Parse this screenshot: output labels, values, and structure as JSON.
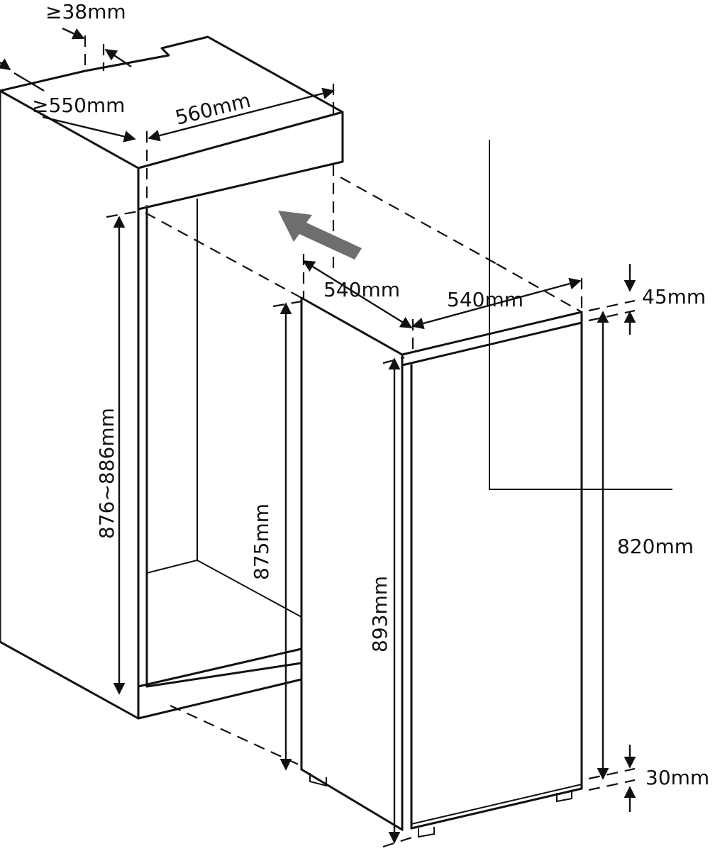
{
  "colors": {
    "line": "#111111",
    "arrow": "#6e6e6e",
    "background": "#ffffff"
  },
  "labels": {
    "gap_top": "≥38mm",
    "cabinet_depth": "≥550mm",
    "cabinet_width": "560mm",
    "cabinet_height": "876~886mm",
    "unit_depth": "540mm",
    "unit_width": "540mm",
    "unit_top_gap": "45mm",
    "unit_body_height": "875mm",
    "unit_total_height": "893mm",
    "door_height": "820mm",
    "unit_bottom_gap": "30mm"
  }
}
